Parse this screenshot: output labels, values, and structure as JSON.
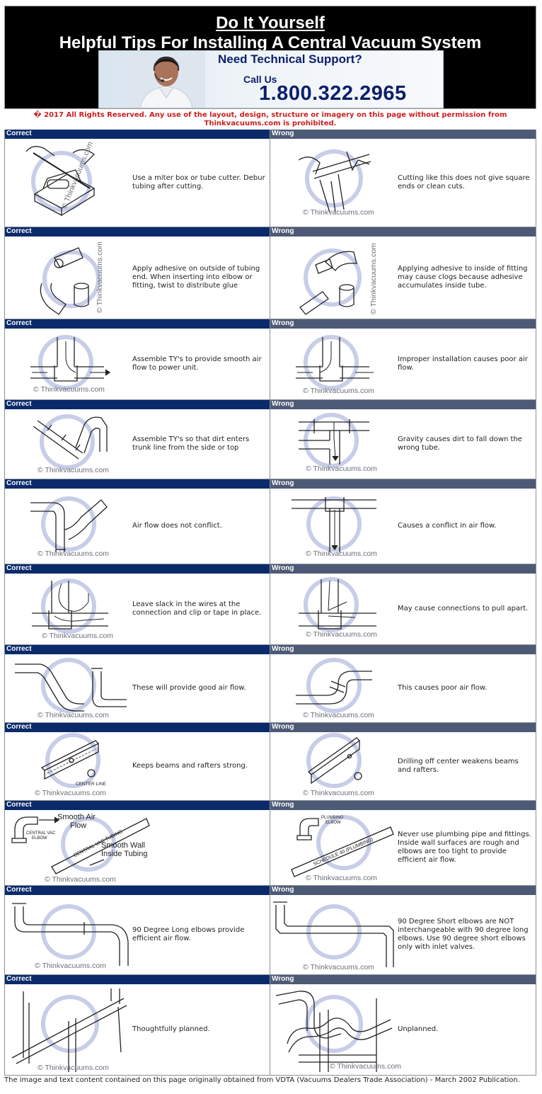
{
  "header": {
    "title_line1": "Do It Yourself",
    "title_line2": "Helpful Tips For Installing A Central Vacuum System",
    "support_prompt": "Need Technical Support?",
    "call_label": "Call Us",
    "phone": "1.800.322.2965"
  },
  "copyright_line1": "� 2017 All Rights Reserved. Any use of the layout, design, structure or imagery on this page without permission from",
  "copyright_line2": "Thinkvacuums.com is prohibited.",
  "labels": {
    "correct": "Correct",
    "wrong": "Wrong"
  },
  "watermark": "© Thinkvacuums.com",
  "colors": {
    "correct_bar": "#0a2a6a",
    "wrong_bar": "#4d5a75",
    "copyright": "#cc1f1f"
  },
  "tips": [
    {
      "correct": "Use a miter box or tube cutter. Debur tubing after cutting.",
      "wrong": "Cutting like this does not give square ends or clean cuts."
    },
    {
      "correct": "Apply adhesive on outside of tubing end. When inserting into elbow or fitting, twist to distribute glue",
      "wrong": "Applying adhesive to inside of fitting may cause clogs because adhesive accumulates inside tube."
    },
    {
      "correct": "Assemble TY's to provide smooth air flow to power unit.",
      "wrong": "Improper installation causes poor air flow."
    },
    {
      "correct": "Assemble TY's  so that dirt enters trunk line from the side or top",
      "wrong": "Gravity causes dirt to fall down the wrong tube."
    },
    {
      "correct": "Air flow does not conflict.",
      "wrong": "Causes a conflict in air flow."
    },
    {
      "correct": "Leave slack in the wires at the connection and clip or tape in place.",
      "wrong": "May cause connections to pull apart."
    },
    {
      "correct": "These will provide good air flow.",
      "wrong": "This causes poor air flow."
    },
    {
      "correct": "Keeps beams and rafters strong.",
      "wrong": "Drilling off center weakens beams and rafters.",
      "correct_illus_label": "CENTER LINE"
    },
    {
      "correct": "",
      "wrong": "Never use plumbing pipe and fittings. Inside wall surfaces are rough and elbows are too tight to provide efficient air flow.",
      "correct_labels": {
        "smooth_air": "Smooth Air",
        "flow": "Flow",
        "smooth_wall": "Smooth Wall",
        "inside_tubing": "Inside Tubing",
        "cv_elbow_1": "CENTRAL VAC",
        "cv_elbow_2": "ELBOW",
        "cv_tubing": "CENTRAL VAC TUBING"
      },
      "wrong_labels": {
        "plumbing_1": "PLUMBING",
        "plumbing_2": "ELBOW",
        "schedule": "SCHEDULE 40 (PLUMBING)"
      }
    },
    {
      "correct": "90 Degree Long elbows provide efficient air flow.",
      "wrong": "90 Degree Short elbows are NOT interchangeable with 90 degree long elbows. Use 90 degree short elbows only with inlet valves."
    },
    {
      "correct": "Thoughtfully planned.",
      "wrong": "Unplanned."
    }
  ],
  "footer": "The image and text content contained on this page originally obtained from VDTA (Vacuums Dealers Trade Association) - March 2002 Publication."
}
